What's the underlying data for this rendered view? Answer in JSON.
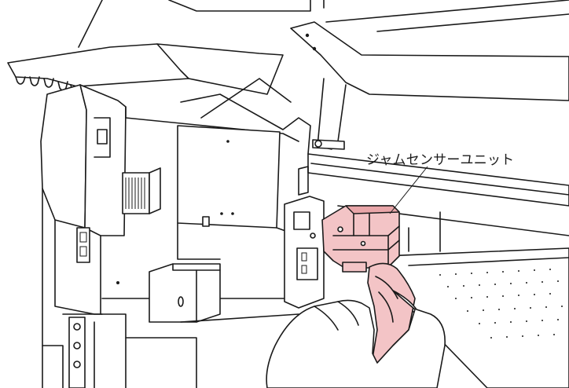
{
  "callout": {
    "label": "ジャムセンサーユニット"
  },
  "colors": {
    "highlight": "#f3c4c6",
    "line": "#1a1a1a",
    "background": "#ffffff"
  },
  "icons": [
    "printer-interior-illustration",
    "jam-sensor-unit",
    "cleaning-cloth",
    "hand"
  ]
}
